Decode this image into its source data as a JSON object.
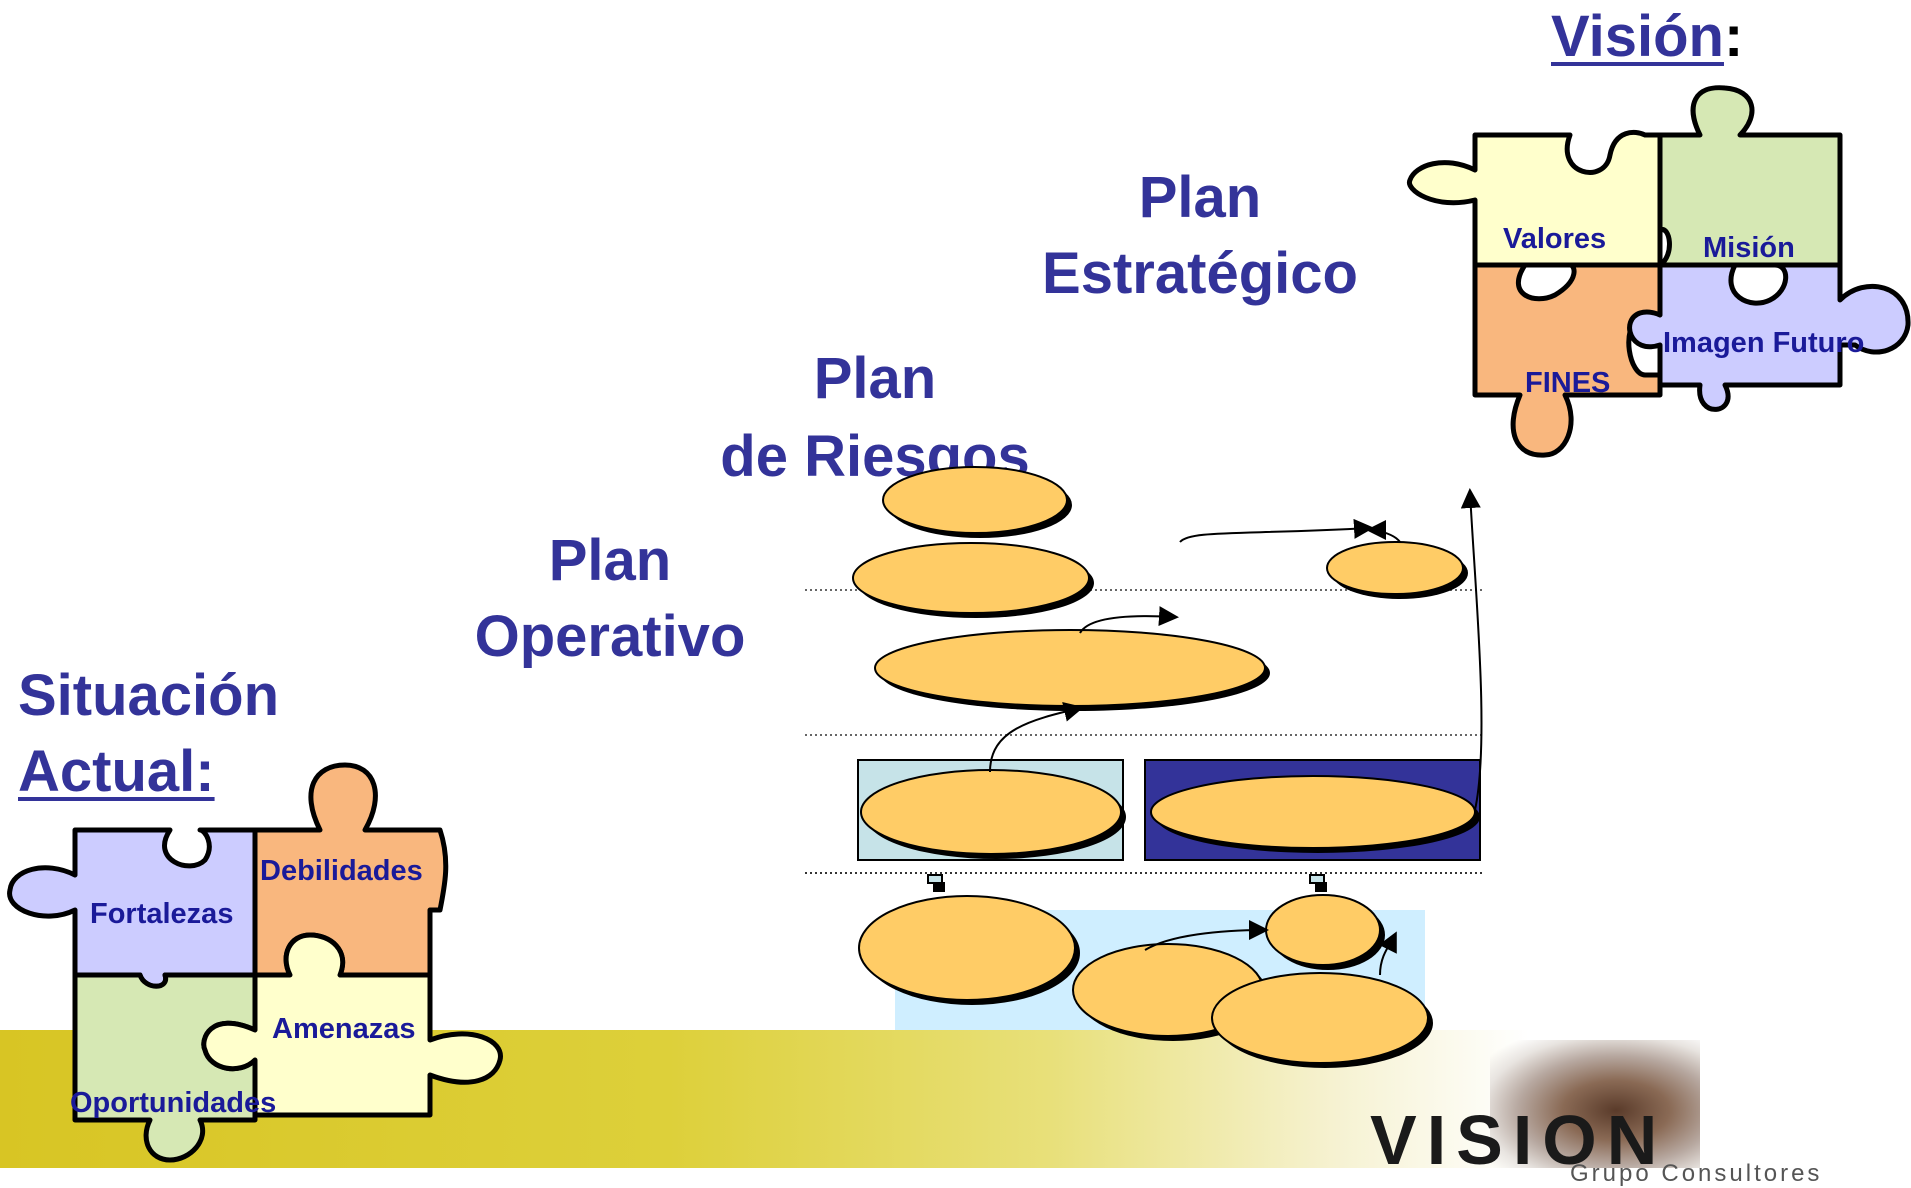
{
  "vision_heading": {
    "label": "Visión",
    "colon": ":"
  },
  "current_heading": {
    "line1": "Situación",
    "line2": "Actual:"
  },
  "plans": {
    "strategic": {
      "line1": "Plan",
      "line2": "Estratégico"
    },
    "risk": {
      "line1": "Plan",
      "line2": "de Riesgos"
    },
    "operative": {
      "line1": "Plan",
      "line2": "Operativo"
    }
  },
  "vision_puzzle": [
    "Valores",
    "Misión",
    "FINES",
    "Imagen Futuro"
  ],
  "current_puzzle": [
    "Debilidades",
    "Fortalezas",
    "Amenazas",
    "Oportunidades"
  ],
  "logo": {
    "text": "VISION",
    "tagline": "Grupo Consultores"
  },
  "colors": {
    "heading": "#333399",
    "ellipse": "#ffcc66",
    "piece_yellow": "#ffffcc",
    "piece_green": "#d6e8b4",
    "piece_orange": "#f9b77e",
    "piece_lavender": "#ccccff",
    "box_light": "#c6e3e8",
    "box_dark": "#333399",
    "panel_blue": "#cfeeff"
  }
}
